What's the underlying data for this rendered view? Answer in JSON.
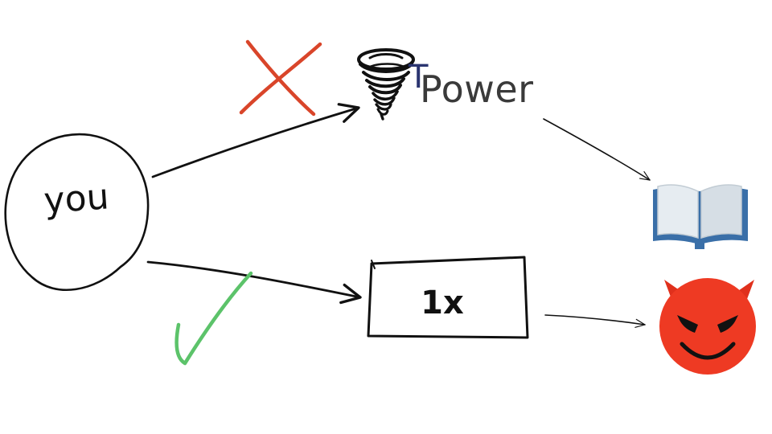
{
  "nodes": {
    "you": {
      "label": "you"
    },
    "power": {
      "label": "Power",
      "prefix": "T"
    },
    "box": {
      "label": "1x"
    }
  },
  "icons": {
    "tornado": "tornado-icon",
    "book": "open-book-icon",
    "devil": "smiling-devil-icon",
    "cross": "red-x-mark-icon",
    "check": "green-check-mark-icon"
  },
  "colors": {
    "ink": "#111111",
    "cross": "#d9452a",
    "check": "#5cc36a",
    "devil": "#ee3a23",
    "book_cover": "#3a6fa8",
    "book_pages": "#dfe6ec"
  }
}
